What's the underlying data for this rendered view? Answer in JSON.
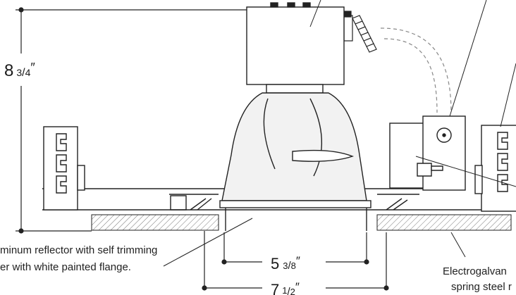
{
  "dimensions": {
    "height": {
      "whole": "8",
      "num": "3",
      "den": "4",
      "unit": "″"
    },
    "aperture": {
      "whole": "5",
      "num": "3",
      "den": "8",
      "unit": "″"
    },
    "overall": {
      "whole": "7",
      "num": "1",
      "den": "2",
      "unit": "″"
    }
  },
  "callouts": {
    "reflector_line1": "minum reflector with self trimming",
    "reflector_line2": "er with white painted flange.",
    "spring_line1": "Electrogalvan",
    "spring_line2": "spring steel r"
  },
  "colors": {
    "ink": "#222222",
    "ceiling": "#d9d9d9",
    "reflector": "#f2f2f2",
    "housing": "#e6e6e6"
  }
}
